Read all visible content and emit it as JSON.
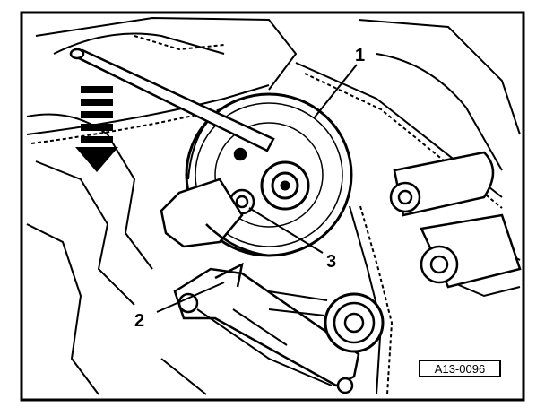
{
  "figure": {
    "callouts": {
      "c1": "1",
      "c2": "2",
      "c3": "3"
    },
    "reference_code": "A13-0096",
    "colors": {
      "ink": "#000000",
      "paper": "#ffffff"
    }
  }
}
